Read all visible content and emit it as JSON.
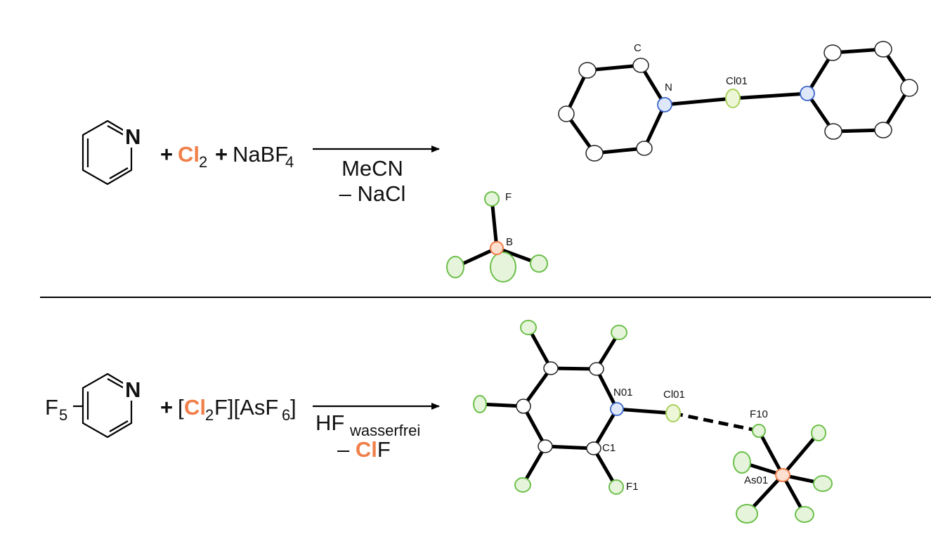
{
  "colors": {
    "accent": "#F07F4A",
    "carbon": "#ffffff",
    "nitrogen": "#3a64c8",
    "chlorine": "#a8d25a",
    "fluorine": "#6cc04a",
    "boron": "#F07F4A",
    "arsenic": "#F07F4A"
  },
  "reaction1": {
    "ring_N": "N",
    "plus1": "+",
    "cl": "Cl",
    "cl_sub": "2",
    "plus2": "+",
    "salt": "NaBF",
    "salt_sub": "4",
    "cond1": "MeCN",
    "cond2": "– NaCl",
    "atom_labels": {
      "c": "C",
      "n": "N",
      "cl": "Cl01",
      "f": "F",
      "b": "B"
    }
  },
  "reaction2": {
    "f5": "F",
    "f5_sub": "5",
    "ring_N": "N",
    "plus": "+",
    "bracket_open": "[",
    "cl": "Cl",
    "cl_sub": "2",
    "reagent_mid": "F][AsF",
    "reagent_sub": "6",
    "bracket_close": "]",
    "cond1": "HF",
    "cond1_sub": "wasserfrei",
    "cond2_prefix": "– ",
    "cond2_cl": "Cl",
    "cond2_suffix": "F",
    "atom_labels": {
      "n": "N01",
      "cl": "Cl01",
      "c1": "C1",
      "f1": "F1",
      "f10": "F10",
      "as": "As01"
    }
  }
}
